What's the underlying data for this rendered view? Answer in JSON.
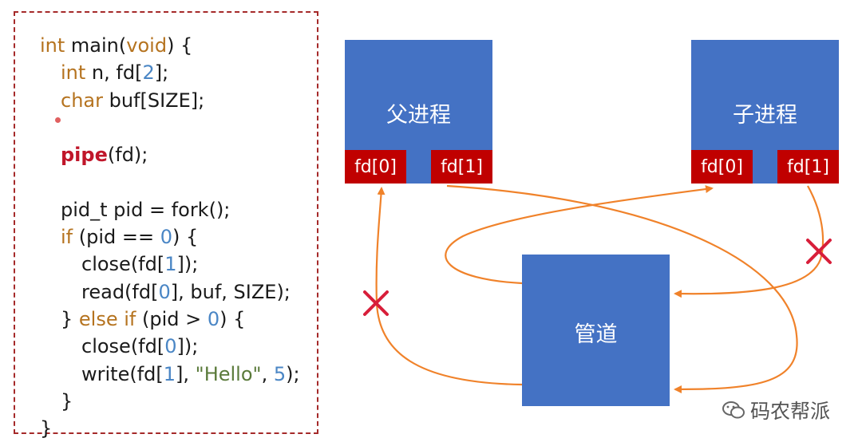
{
  "code": {
    "lines": [
      {
        "i": 0,
        "tokens": [
          [
            "kw",
            "int"
          ],
          [
            "n",
            " main("
          ],
          [
            "kw",
            "void"
          ],
          [
            "n",
            ") {"
          ]
        ]
      },
      {
        "i": 1,
        "tokens": [
          [
            "kw",
            "int"
          ],
          [
            "n",
            " n, fd["
          ],
          [
            "num",
            "2"
          ],
          [
            "n",
            "];"
          ]
        ]
      },
      {
        "i": 1,
        "tokens": [
          [
            "kw",
            "char"
          ],
          [
            "n",
            " buf[SIZE];"
          ]
        ]
      },
      {
        "i": 0,
        "tokens": []
      },
      {
        "i": 1,
        "tokens": [
          [
            "pipe",
            "pipe"
          ],
          [
            "n",
            "(fd);"
          ]
        ]
      },
      {
        "i": 0,
        "tokens": []
      },
      {
        "i": 1,
        "tokens": [
          [
            "n",
            "pid_t pid = fork();"
          ]
        ]
      },
      {
        "i": 1,
        "tokens": [
          [
            "kw",
            "if"
          ],
          [
            "n",
            " (pid == "
          ],
          [
            "num",
            "0"
          ],
          [
            "n",
            ") {"
          ]
        ]
      },
      {
        "i": 2,
        "tokens": [
          [
            "n",
            "close(fd["
          ],
          [
            "num",
            "1"
          ],
          [
            "n",
            "]);"
          ]
        ]
      },
      {
        "i": 2,
        "tokens": [
          [
            "n",
            "read(fd["
          ],
          [
            "num",
            "0"
          ],
          [
            "n",
            "], buf, SIZE);"
          ]
        ]
      },
      {
        "i": 1,
        "tokens": [
          [
            "n",
            "} "
          ],
          [
            "kw",
            "else if"
          ],
          [
            "n",
            " (pid > "
          ],
          [
            "num",
            "0"
          ],
          [
            "n",
            ") {"
          ]
        ]
      },
      {
        "i": 2,
        "tokens": [
          [
            "n",
            "close(fd["
          ],
          [
            "num",
            "0"
          ],
          [
            "n",
            "]);"
          ]
        ]
      },
      {
        "i": 2,
        "tokens": [
          [
            "n",
            "write(fd["
          ],
          [
            "num",
            "1"
          ],
          [
            "n",
            "], "
          ],
          [
            "str",
            "\"Hello\""
          ],
          [
            "n",
            ", "
          ],
          [
            "num",
            "5"
          ],
          [
            "n",
            ");"
          ]
        ]
      },
      {
        "i": 1,
        "tokens": [
          [
            "n",
            "}"
          ]
        ]
      },
      {
        "i": 0,
        "tokens": [
          [
            "n",
            "}"
          ]
        ]
      }
    ]
  },
  "parent": {
    "title": "父进程",
    "fd0": "fd[0]",
    "fd1": "fd[1]"
  },
  "child": {
    "title": "子进程",
    "fd0": "fd[0]",
    "fd1": "fd[1]"
  },
  "pipe_label": "管道",
  "watermark": "码农帮派",
  "colors": {
    "process": "#4472c4",
    "fd": "#c00000",
    "arrow": "#f0822a",
    "cross": "#d81e3a",
    "border": "#a52a2a"
  }
}
